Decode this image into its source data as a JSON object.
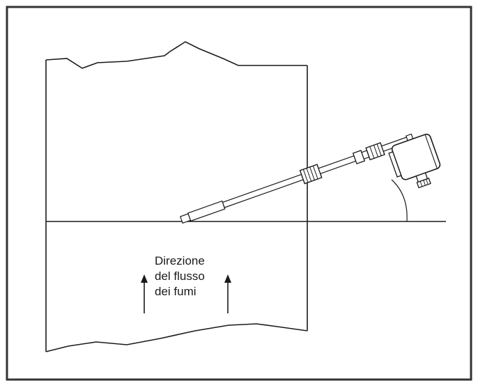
{
  "diagram": {
    "caption_lines": [
      "Direzione",
      "del flusso",
      "dei fumi"
    ],
    "colors": {
      "line": "#1a1a1a",
      "frame": "#333333",
      "background": "#ffffff"
    },
    "icons": [
      "flow-arrow-up-icon",
      "flow-arrow-up-icon"
    ]
  }
}
